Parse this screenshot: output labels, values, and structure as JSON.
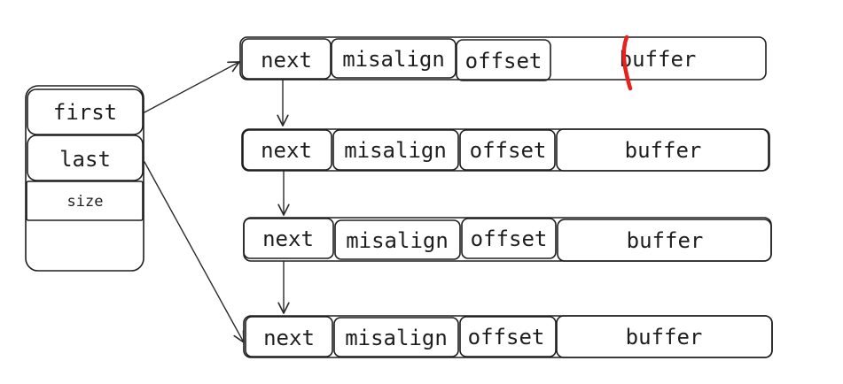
{
  "header": {
    "labels": [
      "first",
      "last",
      "size"
    ]
  },
  "chain": [
    {
      "fields": [
        "next",
        "misalign",
        "offset",
        "buffer"
      ]
    },
    {
      "fields": [
        "next",
        "misalign",
        "offset",
        "buffer"
      ]
    },
    {
      "fields": [
        "next",
        "misalign",
        "offset",
        "buffer"
      ]
    },
    {
      "fields": [
        "next",
        "misalign",
        "offset",
        "buffer"
      ]
    }
  ],
  "colors": {
    "ink": "#1e1e1e",
    "strike": "#e8211d"
  }
}
